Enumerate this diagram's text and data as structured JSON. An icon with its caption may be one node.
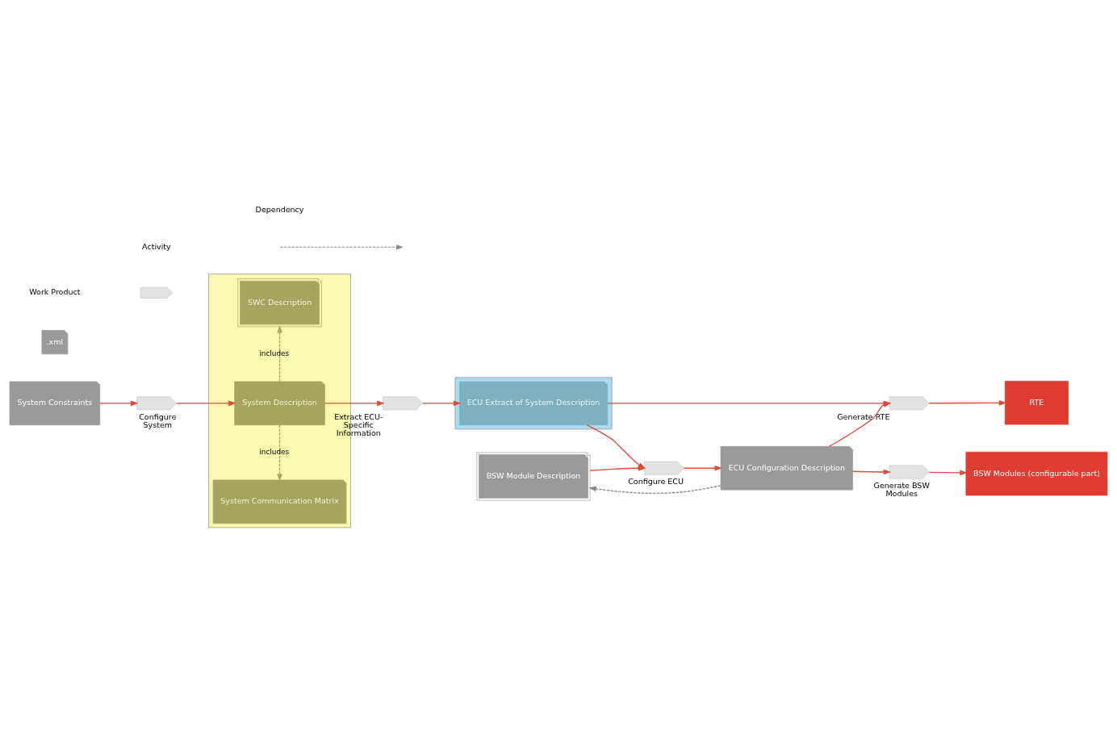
{
  "diagram": {
    "nodes": [
      {
        "text": [
          "System Constraints"
        ]
      },
      {
        "text": [],
        "shape": "chevron",
        "beside": [
          "Configure System"
        ]
      },
      {
        "text": [],
        "shape": "box"
      },
      {
        "text": [
          "SWC Description"
        ],
        "in": 2
      },
      {
        "text": [
          "System Description"
        ],
        "in": 2
      },
      {
        "text": [
          "System Communication Matrix"
        ],
        "in": 2
      },
      {
        "text": [],
        "shape": "chevron",
        "beside": [
          "Extract ECU-Specific Information"
        ]
      },
      {
        "text": [],
        "shape": "box"
      },
      {
        "text": [
          "ECU Extract of System Description"
        ],
        "in": 7
      },
      {
        "text": [],
        "shape": "chevron",
        "beside": [
          "Generate RTE"
        ]
      },
      {
        "text": [
          "RTE"
        ]
      },
      {
        "text": [
          "BSW Module Description"
        ]
      },
      {
        "text": [],
        "shape": "chevron",
        "beside": [
          "Configure ECU"
        ]
      },
      {
        "text": [
          "ECU Configuration Description"
        ]
      },
      {
        "text": [],
        "shape": "chevron",
        "beside": [
          "Generate BSW Modules"
        ]
      },
      {
        "text": [
          "BSW Modules (configurable part)"
        ]
      }
    ],
    "edges": [
      {
        "from": 0,
        "to": 1,
        "arrow": "to"
      },
      {
        "from": 1,
        "to": 4,
        "arrow": "to"
      },
      {
        "from": 4,
        "to": 3,
        "arrow": "to",
        "label": "includes",
        "style": "dashed",
        "color": "#a8a860"
      },
      {
        "from": 4,
        "to": 5,
        "arrow": "to",
        "label": "includes",
        "style": "dashed",
        "color": "#a8a860"
      },
      {
        "from": 4,
        "to": 6,
        "arrow": "to"
      },
      {
        "from": 6,
        "to": 8,
        "arrow": "to"
      },
      {
        "from": 8,
        "to": 9,
        "arrow": "to"
      },
      {
        "from": 8,
        "to": 12,
        "arrow": "to"
      },
      {
        "from": 11,
        "to": 12,
        "arrow": "to"
      },
      {
        "from": 12,
        "to": 13,
        "arrow": "to"
      },
      {
        "from": 13,
        "to": 9,
        "arrow": "to"
      },
      {
        "from": 13,
        "to": 14,
        "arrow": "to"
      },
      {
        "from": 9,
        "to": 10,
        "arrow": "to"
      },
      {
        "from": 14,
        "to": 15,
        "arrow": "to"
      },
      {
        "from": 13,
        "to": 11,
        "arrow": "to",
        "style": "dashed",
        "color": "#8a8a8a"
      }
    ],
    "labels": [
      ".xml"
    ],
    "legend": [
      {
        "text": "Work Product"
      },
      {
        "text": "Activity"
      },
      {
        "text": "Dependency"
      }
    ]
  }
}
